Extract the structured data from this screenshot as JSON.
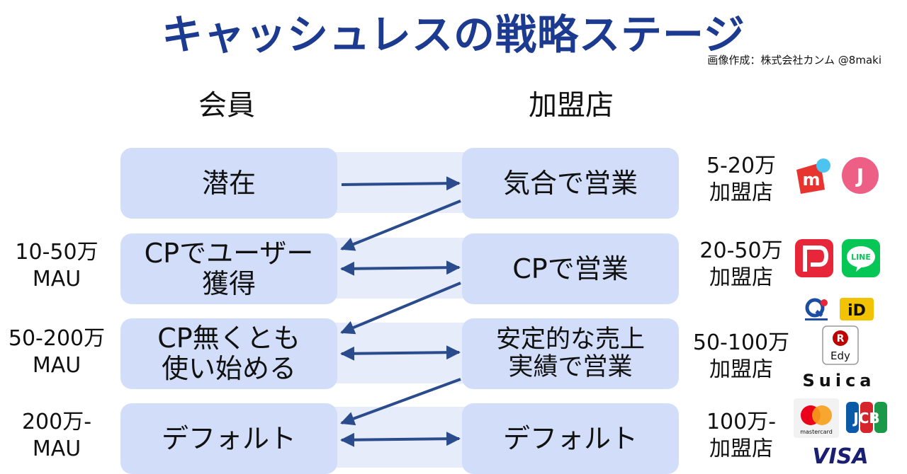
{
  "title": "キャッシュレスの戦略ステージ",
  "credit": "画像作成：株式会社カンム @8maki",
  "columns": {
    "members": "会員",
    "merchants": "加盟店"
  },
  "stages": [
    {
      "member": [
        "潜在"
      ],
      "merchant": [
        "気合で営業"
      ],
      "mau": [],
      "stores": [
        "5-20万",
        "加盟店"
      ]
    },
    {
      "member": [
        "CPでユーザー",
        "獲得"
      ],
      "merchant": [
        "CPで営業"
      ],
      "mau": [
        "10-50万",
        "MAU"
      ],
      "stores": [
        "20-50万",
        "加盟店"
      ]
    },
    {
      "member": [
        "CP無くとも",
        "使い始める"
      ],
      "merchant": [
        "安定的な売上",
        "実績で営業"
      ],
      "mau": [
        "50-200万",
        "MAU"
      ],
      "stores": [
        "50-100万",
        "加盟店"
      ]
    },
    {
      "member": [
        "デフォルト"
      ],
      "merchant": [
        "デフォルト"
      ],
      "mau": [
        "200万-",
        "MAU"
      ],
      "stores": [
        "100万-",
        "加盟店"
      ]
    }
  ],
  "logos": {
    "mercari": "m",
    "jcoin": "J",
    "line": "LINE",
    "id": "iD",
    "edy_mark": "R",
    "edy": "Edy",
    "suica": "Suica",
    "mastercard": "mastercard",
    "jcb": "JCB",
    "visa": "VISA"
  },
  "colors": {
    "title": "#1c3a8f",
    "box": "#d2def9",
    "band": "#e7ecfb",
    "arrow": "#2a4b8c",
    "mercari_red": "#e8342f",
    "mercari_blue": "#4dc3f0",
    "jcoin_pink": "#ee5f86",
    "paypay_red": "#e8263a",
    "line_green": "#06c755",
    "id_yellow": "#f2c300",
    "visa_blue": "#1a1f71",
    "jcb_blue": "#0b5aa8",
    "jcb_red": "#d6242d",
    "jcb_green": "#1a9a48",
    "mc_red": "#eb001b",
    "mc_orange": "#f79e1b"
  }
}
